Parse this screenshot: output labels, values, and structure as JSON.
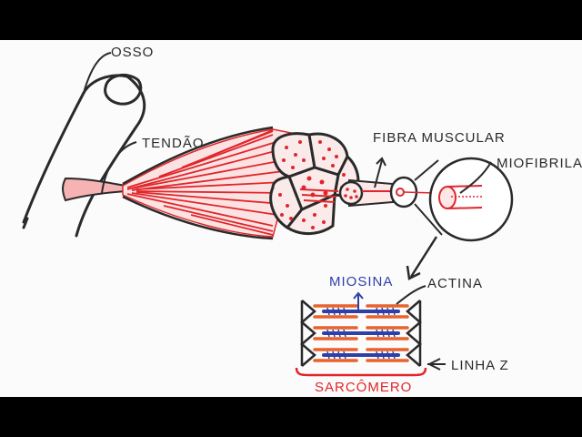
{
  "labels": {
    "osso": "OSSO",
    "tendao": "TENDÃO",
    "fibra_muscular": "FIBRA MUSCULAR",
    "miofibrila": "MIOFIBRILA",
    "miosina": "MIOSINA",
    "actina": "ACTINA",
    "linha_z": "LINHA Z",
    "sarcomero": "SARCÔMERO"
  },
  "colors": {
    "ink": "#2a2a2a",
    "muscle_red": "#e0262b",
    "tendon_pink": "#f7b3b3",
    "myosin_blue": "#2f3fa8",
    "actin_orange": "#e8632c"
  }
}
